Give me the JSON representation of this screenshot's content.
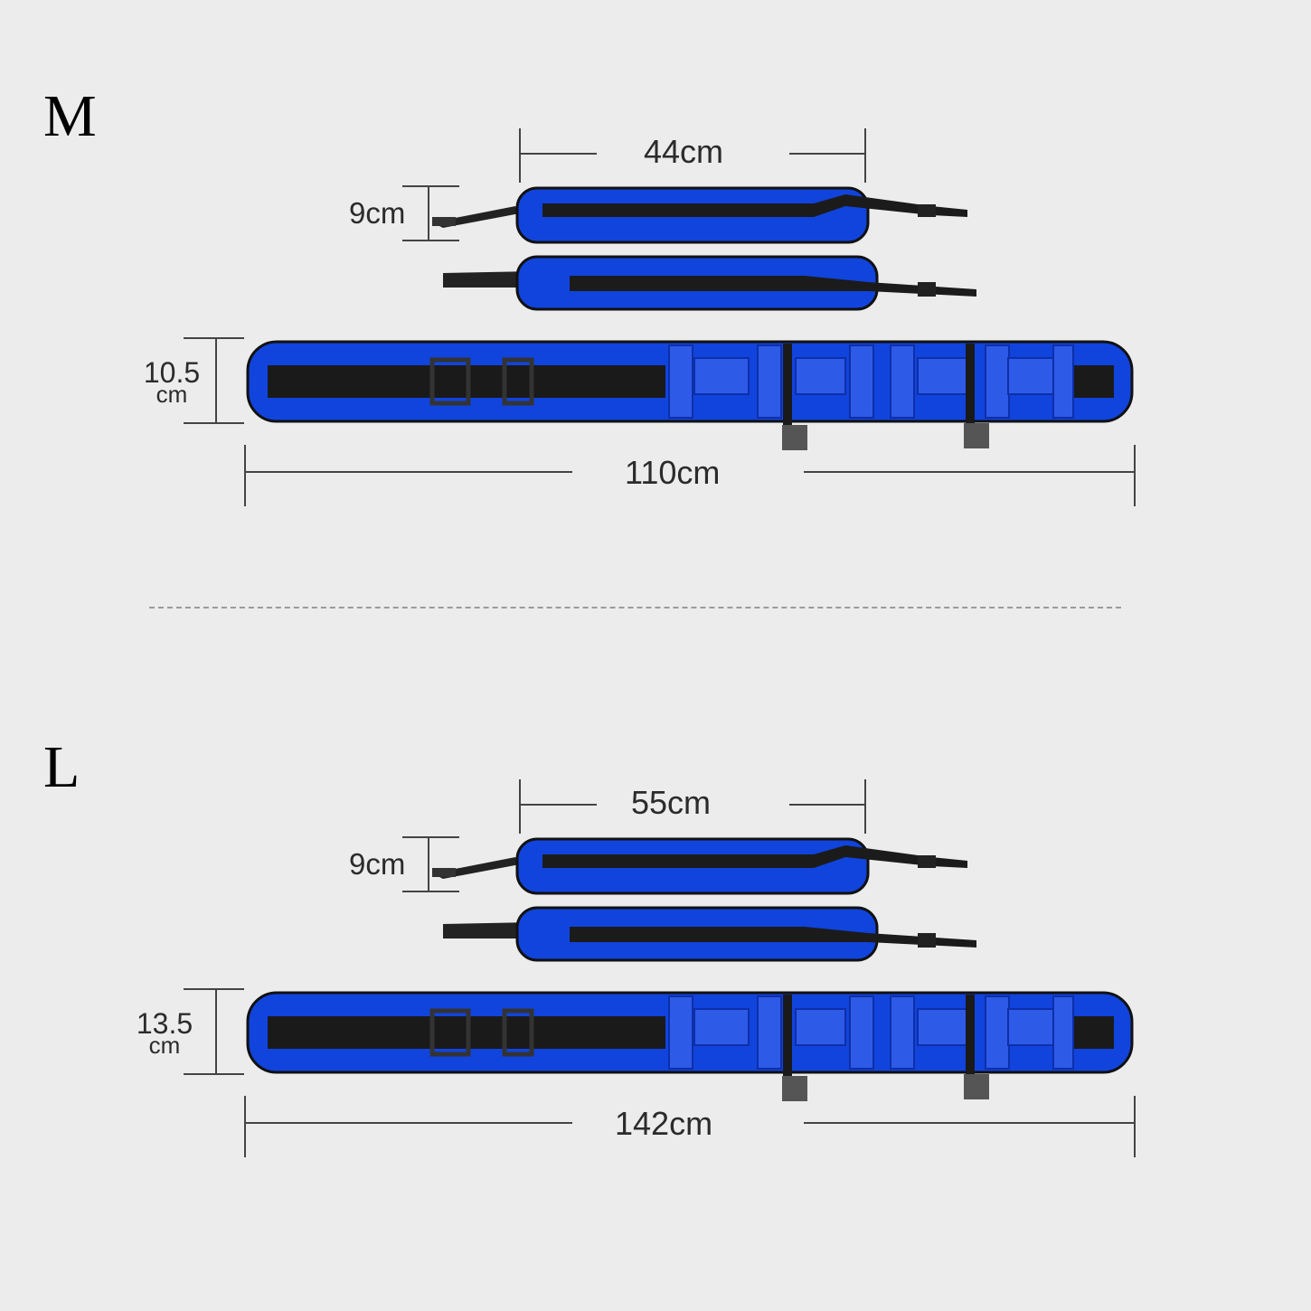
{
  "colors": {
    "strap_blue": "#1144dd",
    "webbing": "#1e1e1e",
    "background": "#ececec"
  },
  "sizes": [
    {
      "label": "M",
      "strap_length": "44cm",
      "strap_height": "9cm",
      "belt_height_num": "10.5",
      "belt_height_unit": "cm",
      "belt_length": "110cm"
    },
    {
      "label": "L",
      "strap_length": "55cm",
      "strap_height": "9cm",
      "belt_height_num": "13.5",
      "belt_height_unit": "cm",
      "belt_length": "142cm"
    }
  ]
}
